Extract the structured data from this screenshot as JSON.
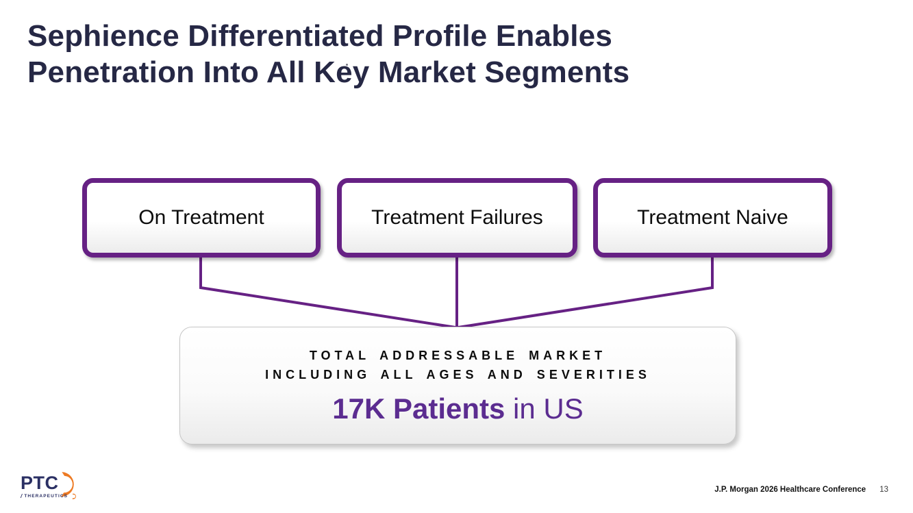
{
  "slide": {
    "title_line1": "Sephience Differentiated Profile Enables",
    "title_line2": "Penetration Into All Key Market Segments",
    "segments": [
      {
        "label": "On Treatment"
      },
      {
        "label": "Treatment Failures"
      },
      {
        "label": "Treatment Naive"
      }
    ],
    "tam": {
      "heading_line1": "TOTAL ADDRESSABLE MARKET",
      "heading_line2": "INCLUDING ALL AGES AND SEVERITIES",
      "value_bold": "17K Patients",
      "value_rest": " in US"
    },
    "footer": {
      "conference": "J.P. Morgan 2026 Healthcare Conference",
      "page_number": "13"
    },
    "logo": {
      "brand": "PTC",
      "slash": "/",
      "sub": "THERAPEUTICS"
    },
    "colors": {
      "accent_purple": "#662184",
      "title_navy": "#262845",
      "value_purple": "#5B2C90",
      "logo_navy": "#2B3064",
      "logo_orange": "#ED7A23"
    }
  }
}
